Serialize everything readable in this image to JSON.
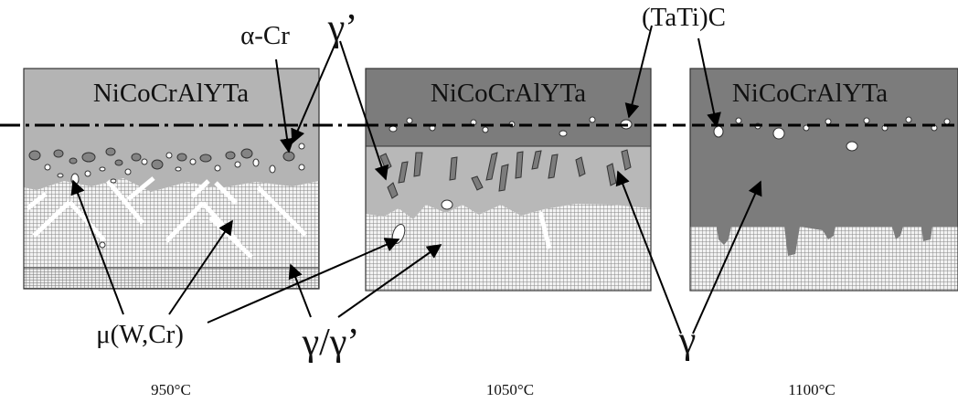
{
  "panels": [
    {
      "title": "NiCoCrAlYTa",
      "temperature": "950°C"
    },
    {
      "title": "NiCoCrAlYTa",
      "temperature": "1050°C"
    },
    {
      "title": "NiCoCrAlYTa",
      "temperature": "1100°C"
    }
  ],
  "labels": {
    "alpha_cr": "α-Cr",
    "gamma_prime": "γ’",
    "tati_c": "(TaTi)C",
    "mu_w_cr": "μ(W,Cr)",
    "gamma_gamma_prime": "γ/γ’",
    "gamma": "γ"
  },
  "colors": {
    "coating_light": "#b4b4b4",
    "coating_dark": "#7c7c7c",
    "interdiffusion_light": "#9c9c9c",
    "interdiffusion_mid": "#b8b8b8",
    "substrate_grid": "#909090",
    "particle_fill": "#848484",
    "carbide_fill": "#ffffff"
  }
}
